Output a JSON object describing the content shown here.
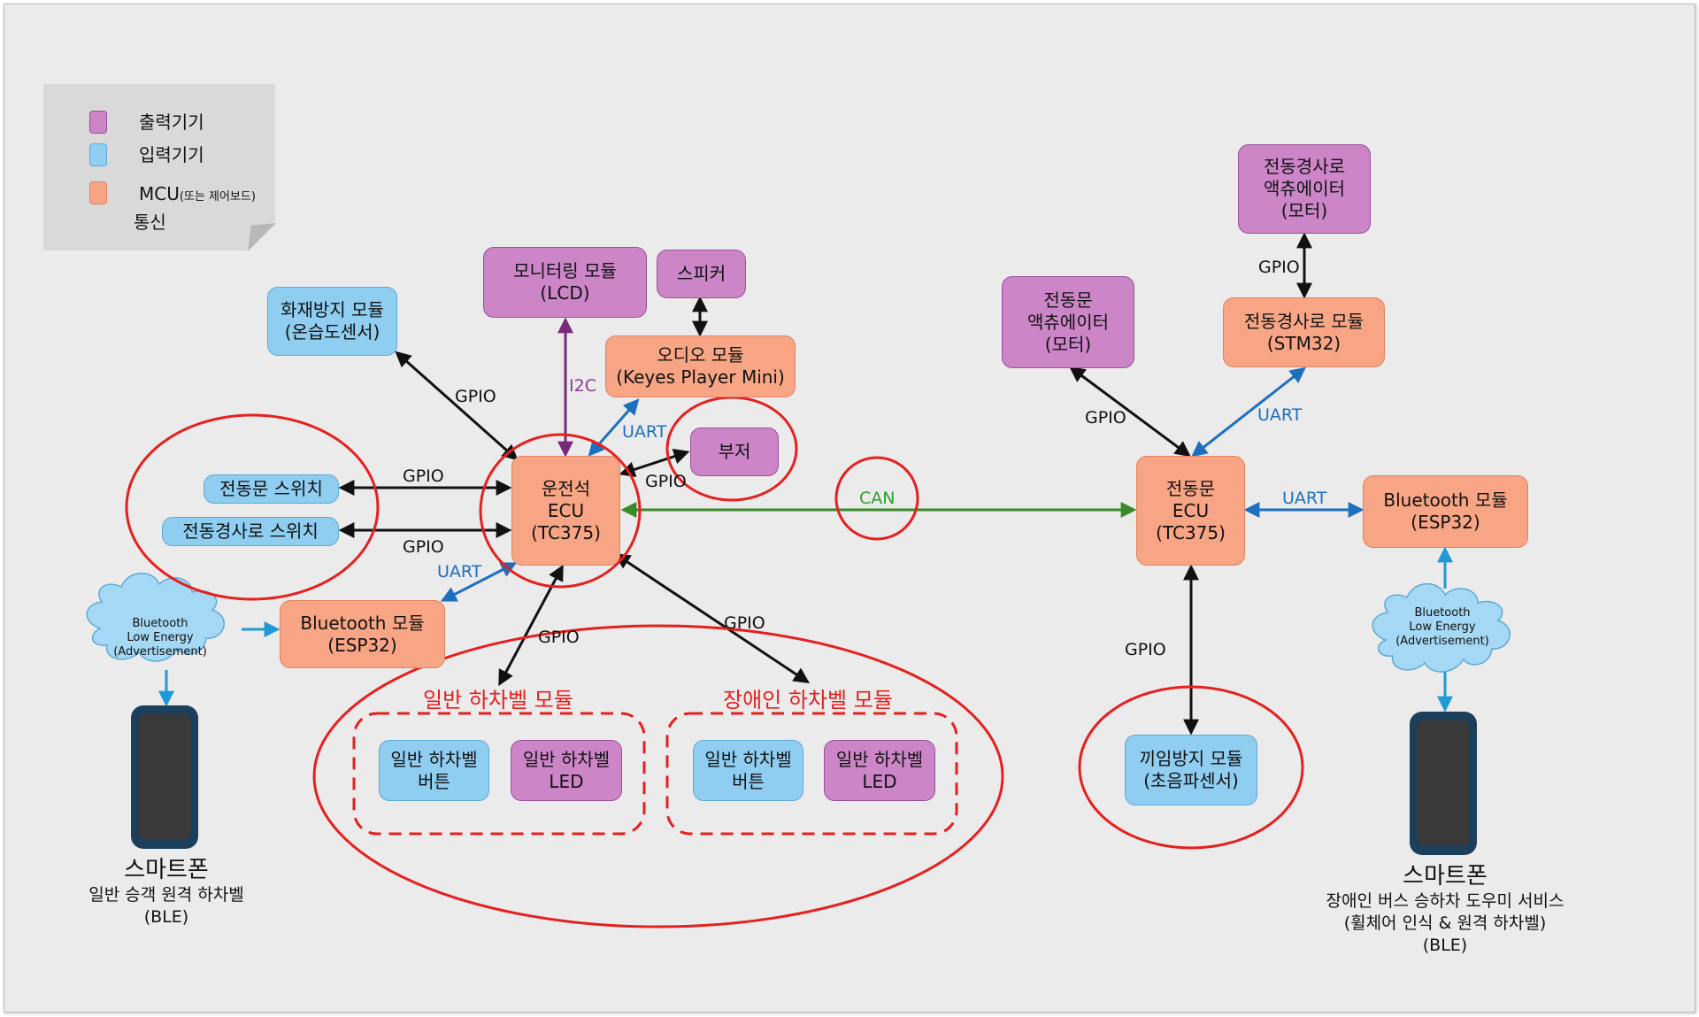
{
  "legend": {
    "output_label": "출력기기",
    "input_label": "입력기기",
    "mcu_label": "MCU",
    "mcu_note": "(또는 제어보드)",
    "comm_label": "통신",
    "colors": {
      "output": "#cc86c8",
      "input": "#8fcdf1",
      "mcu": "#f7a584"
    }
  },
  "driver_side": {
    "fire_module": "화재방지 모듈\n(온습도센서)",
    "monitoring_module": "모니터링 모듈\n(LCD)",
    "speaker": "스피커",
    "audio_module": "오디오 모듈\n(Keyes Player Mini)",
    "buzzer": "부저",
    "door_switch": "전동문 스위치",
    "ramp_switch": "전동경사로 스위치",
    "driver_ecu": "운전석\nECU\n(TC375)",
    "bluetooth_module": "Bluetooth 모듈\n(ESP32)",
    "ble_cloud": "Bluetooth\nLow Energy\n(Advertisement)",
    "general_group_title": "일반 하차벨 모듈",
    "general_button": "일반 하차벨\n버튼",
    "general_led": "일반 하차벨\nLED",
    "disabled_group_title": "장애인 하차벨 모듈",
    "disabled_button": "일반 하차벨\n버튼",
    "disabled_led": "일반 하차벨\nLED",
    "phone_title": "스마트폰",
    "phone_caption": "일반 승객 원격 하차벨\n(BLE)"
  },
  "door_side": {
    "door_actuator": "전동문\n액츄에이터\n(모터)",
    "ramp_actuator": "전동경사로\n액츄에이터\n(모터)",
    "ramp_module": "전동경사로 모듈\n(STM32)",
    "door_ecu": "전동문\nECU\n(TC375)",
    "bluetooth_module": "Bluetooth 모듈\n(ESP32)",
    "ble_cloud": "Bluetooth\nLow Energy\n(Advertisement)",
    "anti_pinch_module": "끼임방지 모듈\n(초음파센서)",
    "phone_title": "스마트폰",
    "phone_caption": "장애인 버스 승하차 도우미 서비스\n(휠체어 인식 & 원격 하차벨)\n(BLE)"
  },
  "links": {
    "gpio": "GPIO",
    "uart": "UART",
    "i2c": "I2C",
    "can": "CAN"
  },
  "colors": {
    "can_line": "#3a8a2a",
    "highlight_circle": "#e5201e",
    "uart_line": "#1d6fbf",
    "i2c_line": "#7a2a7a"
  }
}
